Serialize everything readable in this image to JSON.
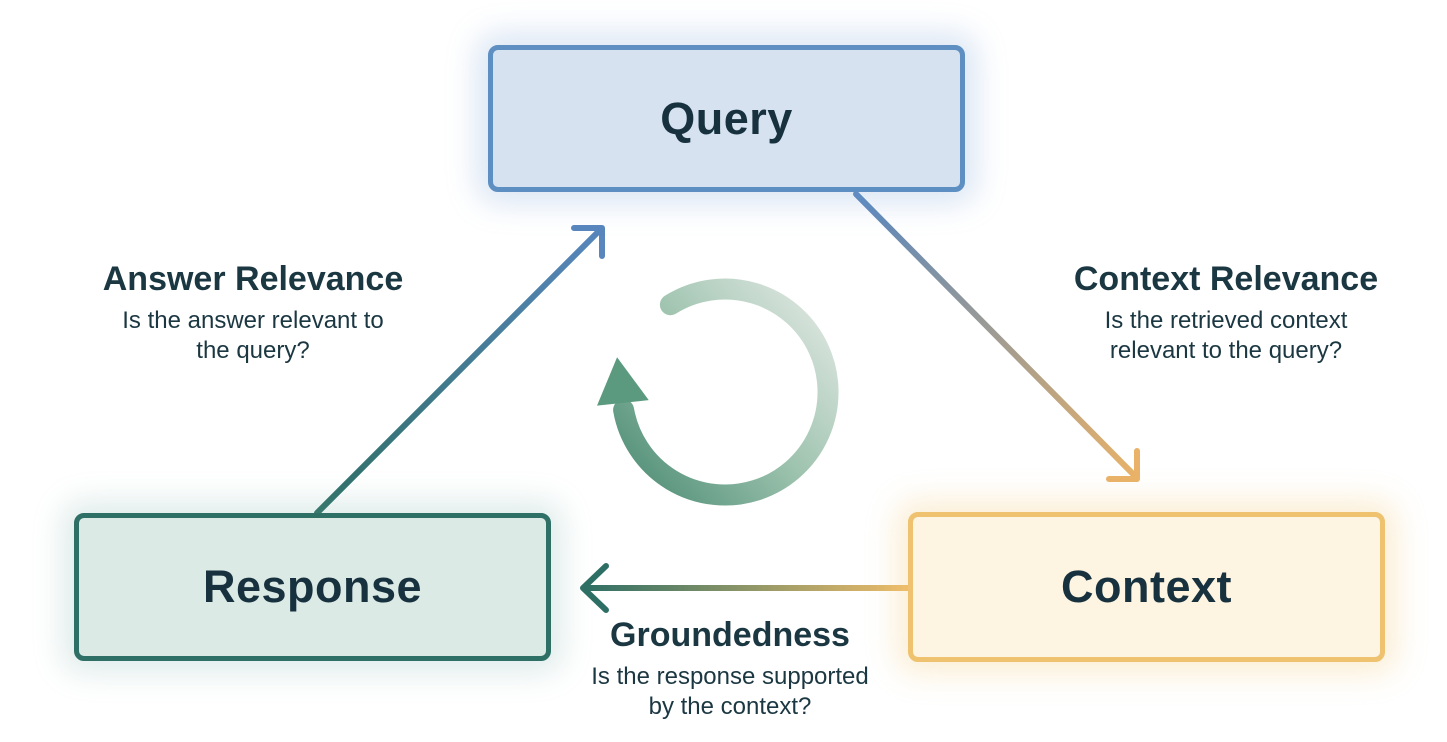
{
  "diagram": {
    "type": "cycle",
    "nodes": [
      {
        "id": "query",
        "label": "Query",
        "fill": "#d7e2f0",
        "border": "#5d8fc3"
      },
      {
        "id": "response",
        "label": "Response",
        "fill": "#dceae6",
        "border": "#2e6f66"
      },
      {
        "id": "context",
        "label": "Context",
        "fill": "#fdf4e1",
        "border": "#eec26e"
      }
    ],
    "edges": [
      {
        "from": "response",
        "to": "query",
        "label": "Answer Relevance",
        "question_line1": "Is the answer relevant to",
        "question_line2": "the query?",
        "start_color": "#2e6f65",
        "end_color": "#5886bd"
      },
      {
        "from": "query",
        "to": "context",
        "label": "Context Relevance",
        "question_line1": "Is the retrieved context",
        "question_line2": "relevant to the query?",
        "start_color": "#5886bd",
        "end_color": "#e9b268"
      },
      {
        "from": "context",
        "to": "response",
        "label": "Groundedness",
        "question_line1": "Is the response supported",
        "question_line2": "by the context?",
        "start_color": "#eebc69",
        "end_color": "#2e6f65"
      }
    ],
    "center": {
      "icon": "cycle-arrow-icon",
      "direction": "clockwise",
      "gradient_start": "#dbe5df",
      "gradient_end": "#54917a"
    },
    "text_color": "#1b3742"
  }
}
